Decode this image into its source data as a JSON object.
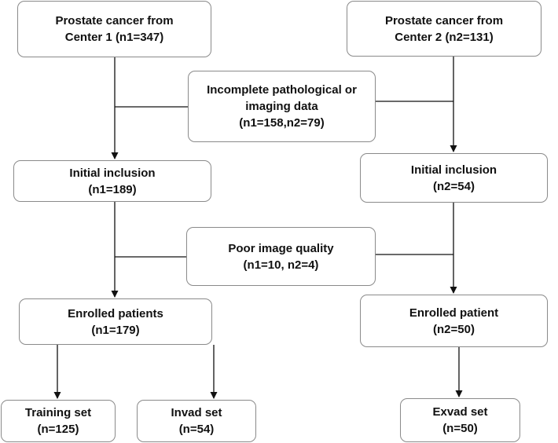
{
  "center1": {
    "line1": "Prostate cancer from",
    "line2": "Center 1 (n1=347)"
  },
  "center2": {
    "line1": "Prostate cancer from",
    "line2": "Center 2 (n2=131)"
  },
  "exclusion1": {
    "line1": "Incomplete pathological or",
    "line2": "imaging data",
    "line3": "(n1=158,n2=79)"
  },
  "initial1": {
    "line1": "Initial inclusion",
    "line2": "(n1=189)"
  },
  "initial2": {
    "line1": "Initial inclusion",
    "line2": "(n2=54)"
  },
  "exclusion2": {
    "line1": "Poor image quality",
    "line2": "(n1=10, n2=4)"
  },
  "enrolled1": {
    "line1": "Enrolled patients",
    "line2": "(n1=179)"
  },
  "enrolled2": {
    "line1": "Enrolled patient",
    "line2": "(n2=50)"
  },
  "training": {
    "line1": "Training set",
    "line2": "(n=125)"
  },
  "invad": {
    "line1": "Invad set",
    "line2": "(n=54)"
  },
  "exvad": {
    "line1": "Exvad set",
    "line2": "(n=50)"
  }
}
